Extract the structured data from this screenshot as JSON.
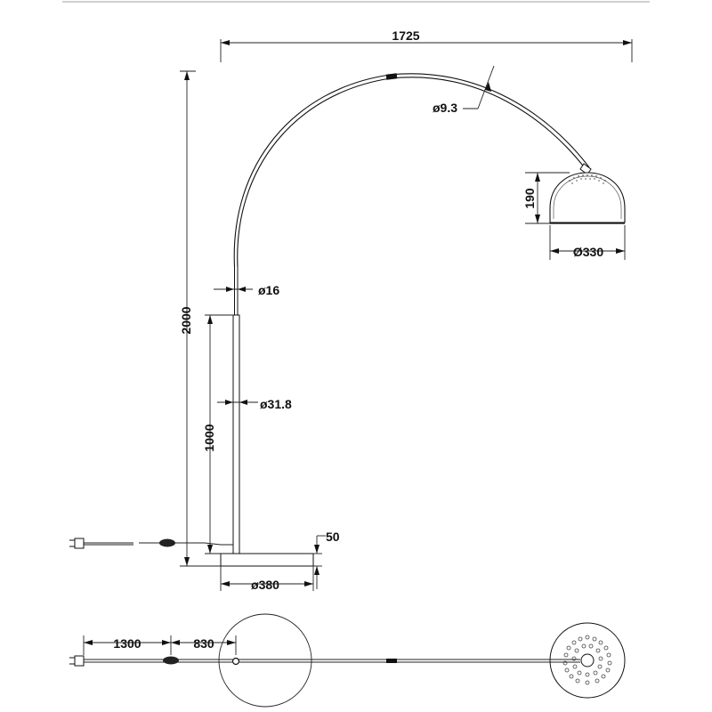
{
  "dimensions": {
    "overall_width": "1725",
    "arm_diameter": "ø9.3",
    "shade_height": "190",
    "shade_diameter": "Ø330",
    "upper_pole_diameter": "ø16",
    "total_height": "2000",
    "lower_pole_height": "1000",
    "lower_pole_diameter": "ø31.8",
    "base_height": "50",
    "base_diameter": "ø380",
    "cord_to_switch": "1300",
    "switch_to_base": "830"
  }
}
